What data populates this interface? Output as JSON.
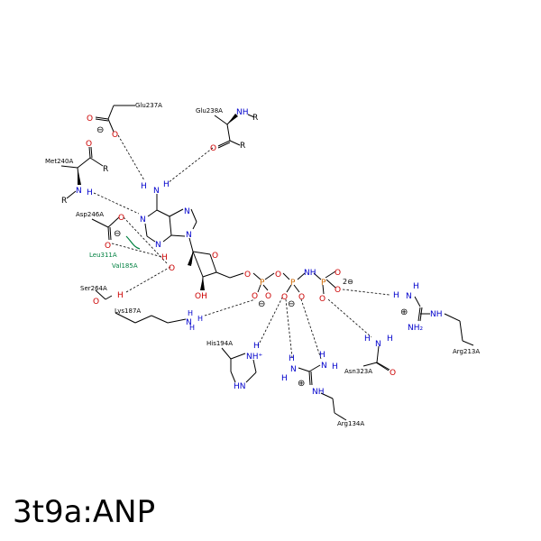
{
  "title": "3t9a:ANP",
  "colors": {
    "bond": "#000000",
    "nitrogen": "#0000cc",
    "oxygen": "#cc0000",
    "phosphorus": "#cc6600",
    "hydrophobic": "#008040"
  },
  "residues": {
    "glu237": "Glu237A",
    "glu238": "Glu238A",
    "met240": "Met240A",
    "asp246": "Asp246A",
    "leu311": "Leu311A",
    "val185": "Val185A",
    "ser264": "Ser264A",
    "lys187": "Lys187A",
    "his194": "His194A",
    "arg134": "Arg134A",
    "asn323": "Asn323A",
    "arg213": "Arg213A"
  },
  "atoms": {
    "n": "N",
    "nh": "NH",
    "hn": "HN",
    "nh2": "NH₂",
    "nh_plus": "NH⁺",
    "o": "O",
    "oh": "OH",
    "p": "P",
    "h": "H",
    "r": "R",
    "two_minus": "2⊖",
    "minus": "⊖",
    "plus": "⊕"
  }
}
